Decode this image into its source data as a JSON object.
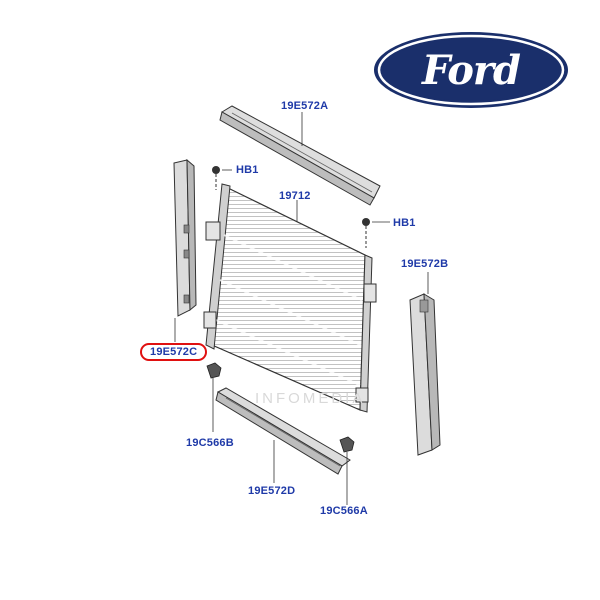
{
  "brand": {
    "name": "Ford",
    "colors": {
      "oval_fill": "#1a2f6b",
      "oval_rim": "#ffffff",
      "oval_outline": "#1a2f6b"
    }
  },
  "watermark": "INFOMEDIA",
  "callouts": {
    "top_rail": "19E572A",
    "bolt_left": "HB1",
    "condenser": "19712",
    "bolt_right": "HB1",
    "right_seal": "19E572B",
    "left_seal": "19E572C",
    "bottom_bracket_left": "19C566B",
    "bottom_rail": "19E572D",
    "bottom_bracket_right": "19C566A"
  },
  "colors": {
    "label": "#1f3aa8",
    "highlight_ring": "#e01010",
    "line_art": "#333333"
  }
}
